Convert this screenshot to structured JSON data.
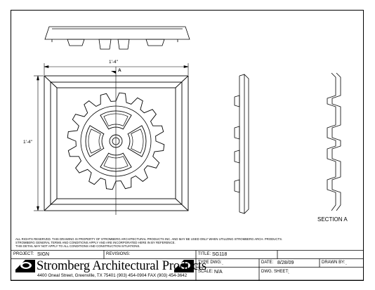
{
  "drawing": {
    "dimension_width": "1'-4\"",
    "dimension_height": "1'-4\"",
    "section_marker": "A",
    "section_label": "SECTION A"
  },
  "notes": {
    "line1": "ALL RIGHTS RESERVED. THIS DRAWING IS PROPERTY OF STROMBERG ARCHITECTURAL PRODUCTS INC. AND MAY BE USED ONLY WHEN UTILIZING STROMBERG ARCH. PRODUCTS.",
    "line2": "STROMBERG GENERAL TERMS AND CONDITIONS APPLY AND ARE INCORPORATED HERE IN BY REFERENCE.",
    "line3": "THIS DETAIL MAY NOT APPLY TO ALL CONDITIONS AND CONSTRUCTION SITUATIONS."
  },
  "title_block": {
    "project_label": "PROJECT:",
    "project_value": "SIGN",
    "revisions_label": "REVISIONS:",
    "company_name": "Stromberg Architectural Products",
    "address": "4400 Oneal Street, Greenville, TX  75401   (903) 454-0904   FAX (903) 454-3642",
    "title_label": "TITLE:",
    "title_value": "SG118",
    "type_dwg_label": "TYPE DWG:",
    "type_dwg_value": ".",
    "scale_label": "SCALE:",
    "scale_value": "N/A",
    "date_label": "DATE:",
    "date_value": "8/28/09",
    "dwg_sheet_label": "DWG. SHEET:",
    "dwg_sheet_value": ".",
    "drawn_by_label": "DRAWN BY:",
    "drawn_by_value": "."
  }
}
